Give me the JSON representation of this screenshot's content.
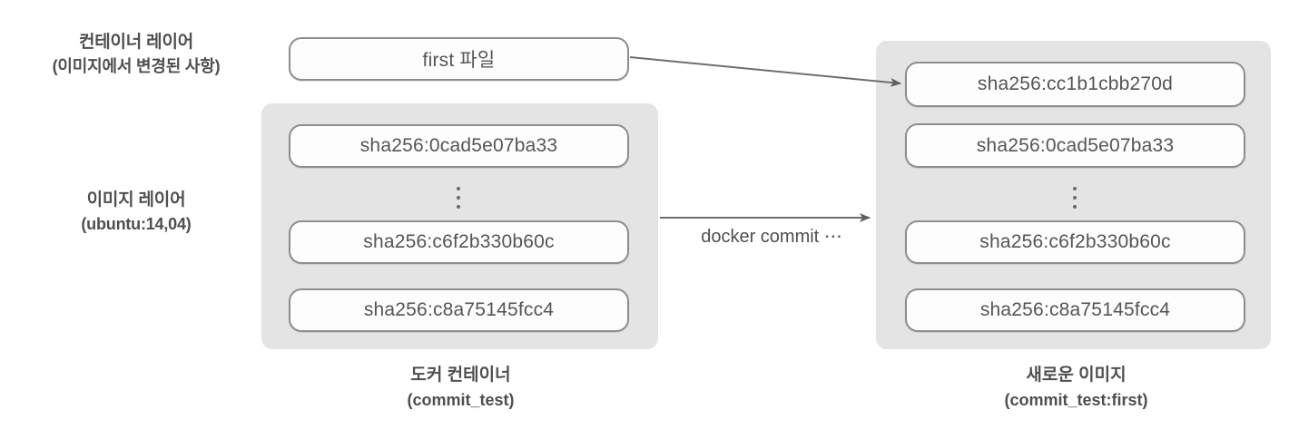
{
  "diagram": {
    "title": "docker commit layer diagram",
    "accent_panel_color": "#e4e4e4",
    "box_border_color": "#8e8e8e",
    "text_color": "#4f4f4f"
  },
  "labels": {
    "container_layer": {
      "line1": "컨테이너 레이어",
      "line2": "(이미지에서 변경된 사항)"
    },
    "image_layer": {
      "line1": "이미지 레이어",
      "line2": "(ubuntu:14,04)"
    }
  },
  "container_column": {
    "new_layer": "first 파일",
    "ellipsis": "⋮",
    "image_layers": [
      "sha256:0cad5e07ba33",
      "sha256:c6f2b330b60c",
      "sha256:c8a75145fcc4"
    ],
    "caption": {
      "line1": "도커 컨테이너",
      "line2": "(commit_test)"
    }
  },
  "image_column": {
    "committed_layer": "sha256:cc1b1cbb270d",
    "ellipsis": "⋮",
    "image_layers": [
      "sha256:0cad5e07ba33",
      "sha256:c6f2b330b60c",
      "sha256:c8a75145fcc4"
    ],
    "caption": {
      "line1": "새로운 이미지",
      "line2": "(commit_test:first)"
    }
  },
  "arrows": {
    "commit_command": "docker commit ⋯",
    "diagonal_arrow_name": "first-file-to-new-layer-arrow",
    "horizontal_arrow_name": "docker-commit-arrow"
  }
}
